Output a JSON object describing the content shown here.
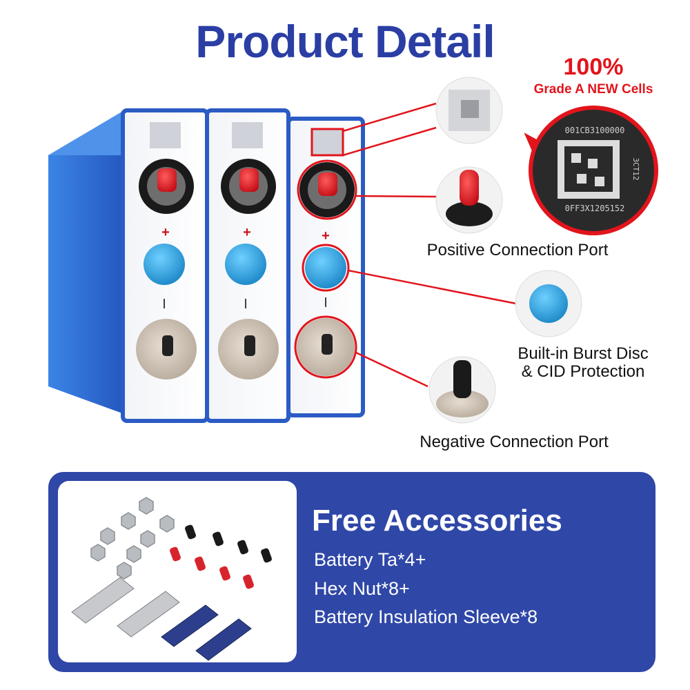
{
  "title": "Product Detail",
  "badge": {
    "percent": "100%",
    "text": "Grade A NEW Cells"
  },
  "callouts": {
    "positive": "Positive Connection Port",
    "burst_line1": "Built-in Burst Disc",
    "burst_line2": "& CID Protection",
    "negative": "Negative Connection Port"
  },
  "cell_marks": {
    "plus": "+",
    "minus": "I"
  },
  "qr_closeup": {
    "line1": "001CB3100000",
    "line2": "0FF3X1205152",
    "side": "3CT12"
  },
  "accessories": {
    "title": "Free Accessories",
    "items": [
      "Battery Ta*4+",
      "Hex Nut*8+",
      "Battery Insulation Sleeve*8"
    ]
  },
  "colors": {
    "brand_blue": "#2b3ea4",
    "panel_blue": "#2f47a7",
    "accent_red": "#e2141c",
    "cell_blue": "#2f6fd1"
  }
}
